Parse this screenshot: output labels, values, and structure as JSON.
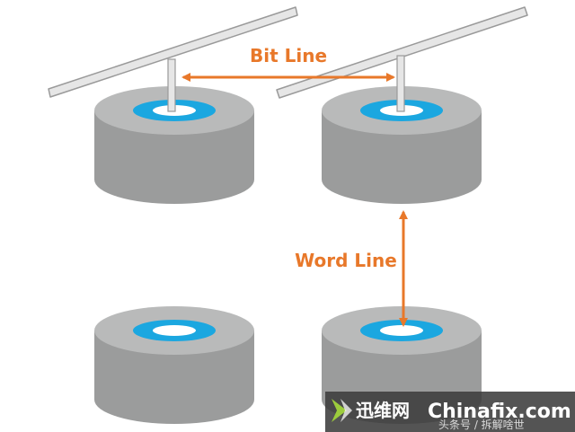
{
  "labels": {
    "bit_line": "Bit Line",
    "word_line": "Word Line"
  },
  "watermark": {
    "brand_cn": "迅维网",
    "brand_en": "Chinafix.com",
    "sub": "头条号 / 拆解啥世"
  },
  "colors": {
    "core_side": "#9b9c9c",
    "core_top": "#b9baba",
    "ring_blue": "#1ba7e0",
    "arrow_orange": "#e8782a",
    "wire": "#e6e6e6",
    "wire_stroke": "#9a9a9a"
  },
  "icons": {
    "watermark_logo": "chevron-arrow-icon"
  }
}
